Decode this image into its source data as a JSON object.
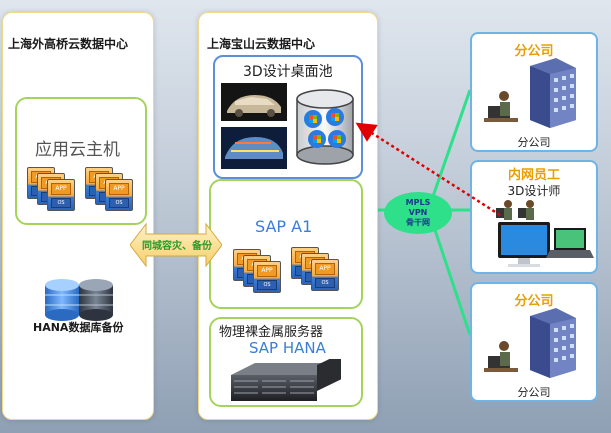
{
  "left_dc": {
    "title": "上海外高桥云数据中心",
    "app_cloud_host": "应用云主机",
    "hana_backup": "HANA数据库备份",
    "app_label": "APP",
    "os_label": "OS"
  },
  "right_dc": {
    "title": "上海宝山云数据中心",
    "desktop_pool": "3D设计桌面池",
    "sap_a1": "SAP A1",
    "bare_metal": "物理裸金属服务器",
    "sap_hana": "SAP HANA"
  },
  "link": {
    "dr_label": "同城容灾、备份"
  },
  "network": {
    "mpls_line1": "MPLS",
    "mpls_line2": "VPN",
    "mpls_line3": "骨干网"
  },
  "offices": {
    "top_title": "分公司",
    "top_sub": "分公司",
    "mid_title": "内网员工",
    "mid_sub": "3D设计师",
    "bottom_title": "分公司",
    "bottom_sub": "分公司"
  },
  "colors": {
    "green_border": "#a4d45c",
    "blue_border": "#5b8fd6",
    "panel_border": "#f0d98a",
    "office_title": "#e8a000",
    "sap_blue": "#3a7fd6",
    "network_green": "#2ee08a",
    "dashed_red": "#e00000"
  }
}
